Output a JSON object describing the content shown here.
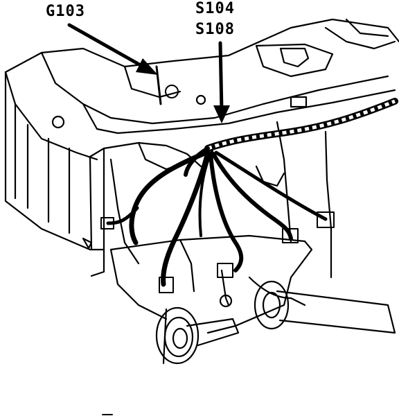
{
  "diagram": {
    "callouts": [
      {
        "id": "g103",
        "text": "G103"
      },
      {
        "id": "s104",
        "text": "S104"
      },
      {
        "id": "s108",
        "text": "S108"
      }
    ]
  }
}
